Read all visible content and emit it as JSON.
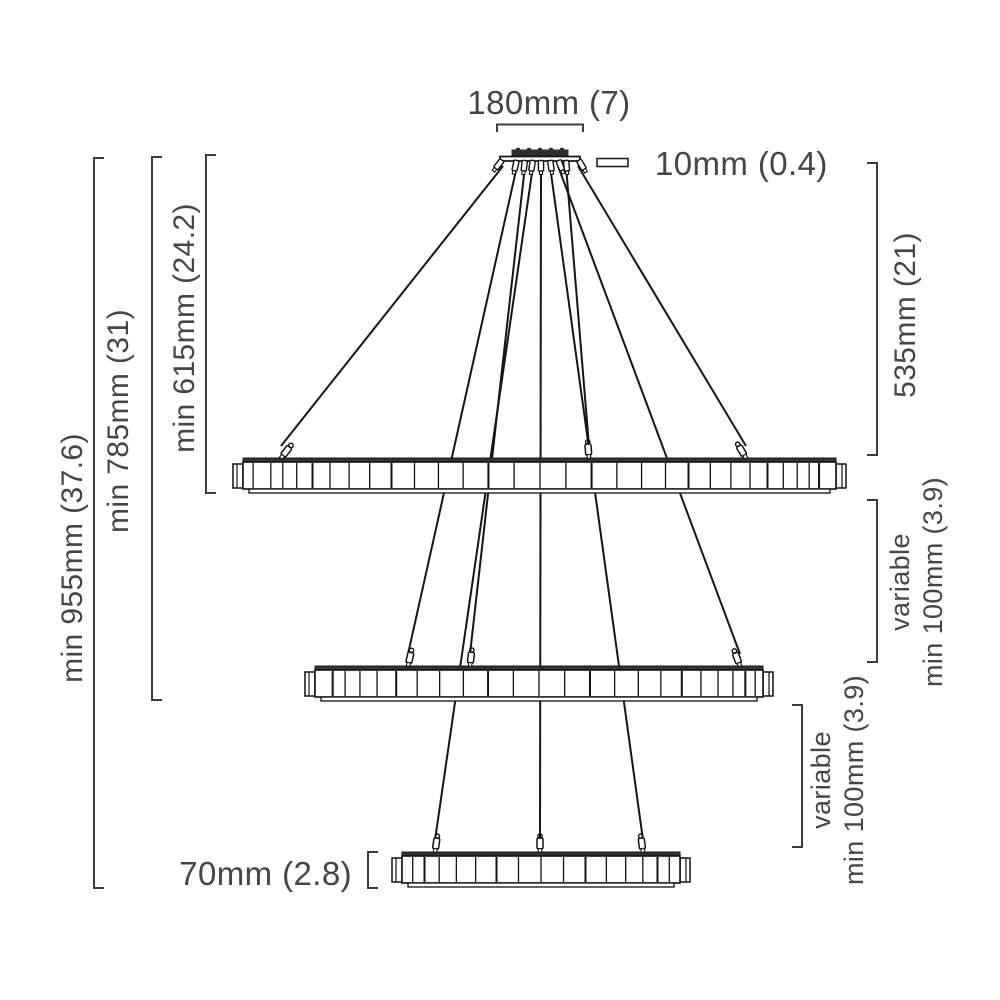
{
  "diagram": {
    "dims": {
      "canopy_width": "180mm (7)",
      "canopy_thickness": "10mm (0.4)",
      "min_total_height": "min 955mm (37.6)",
      "min_mid_height": "min 785mm (31)",
      "min_first_ring_height": "min 615mm (24.2)",
      "suspension_length": "535mm (21)",
      "gap1": {
        "line1": "variable",
        "line2": "min 100mm (3.9)"
      },
      "gap2": {
        "line1": "variable",
        "line2": "min 100mm (3.9)"
      },
      "ring_height": "70mm (2.8)"
    },
    "colors": {
      "text": "#454545",
      "fixture_line": "#111111",
      "bracket_line": "#3c3c3c",
      "rail_fill": "#333333",
      "background": "#ffffff"
    }
  }
}
